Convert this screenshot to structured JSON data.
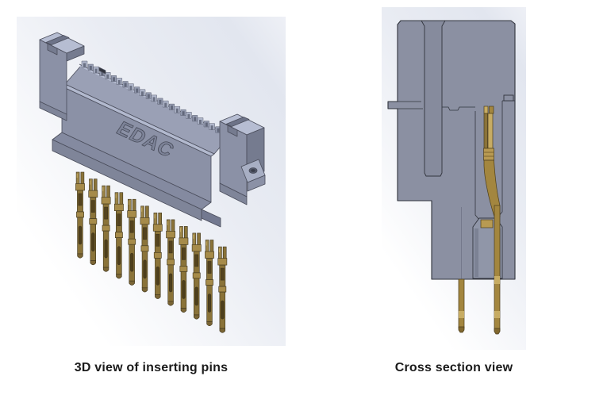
{
  "page": {
    "background": "#ffffff"
  },
  "left_figure": {
    "caption": "3D view of inserting pins",
    "housing_brand_label": "EDAC",
    "pin_count": 12,
    "contact_slot_count": 12,
    "colors": {
      "housing_top": "#b6bdd2",
      "housing_side": "#9aa0b5",
      "housing_front": "#8b91a6",
      "housing_shadow": "#757b8f",
      "outline": "#4a4d5b",
      "pin_gold": "#8a7339",
      "pin_gold_light": "#a68b4a",
      "pin_gold_dark": "#54431e"
    }
  },
  "right_figure": {
    "caption": "Cross section view",
    "visible_pin_tails": 2,
    "colors": {
      "body": "#8b90a2",
      "outline": "#31343d",
      "pin_gold": "#a3863f",
      "pin_gold_light": "#c7ac63",
      "pin_gold_dark": "#4c3e1c"
    }
  }
}
